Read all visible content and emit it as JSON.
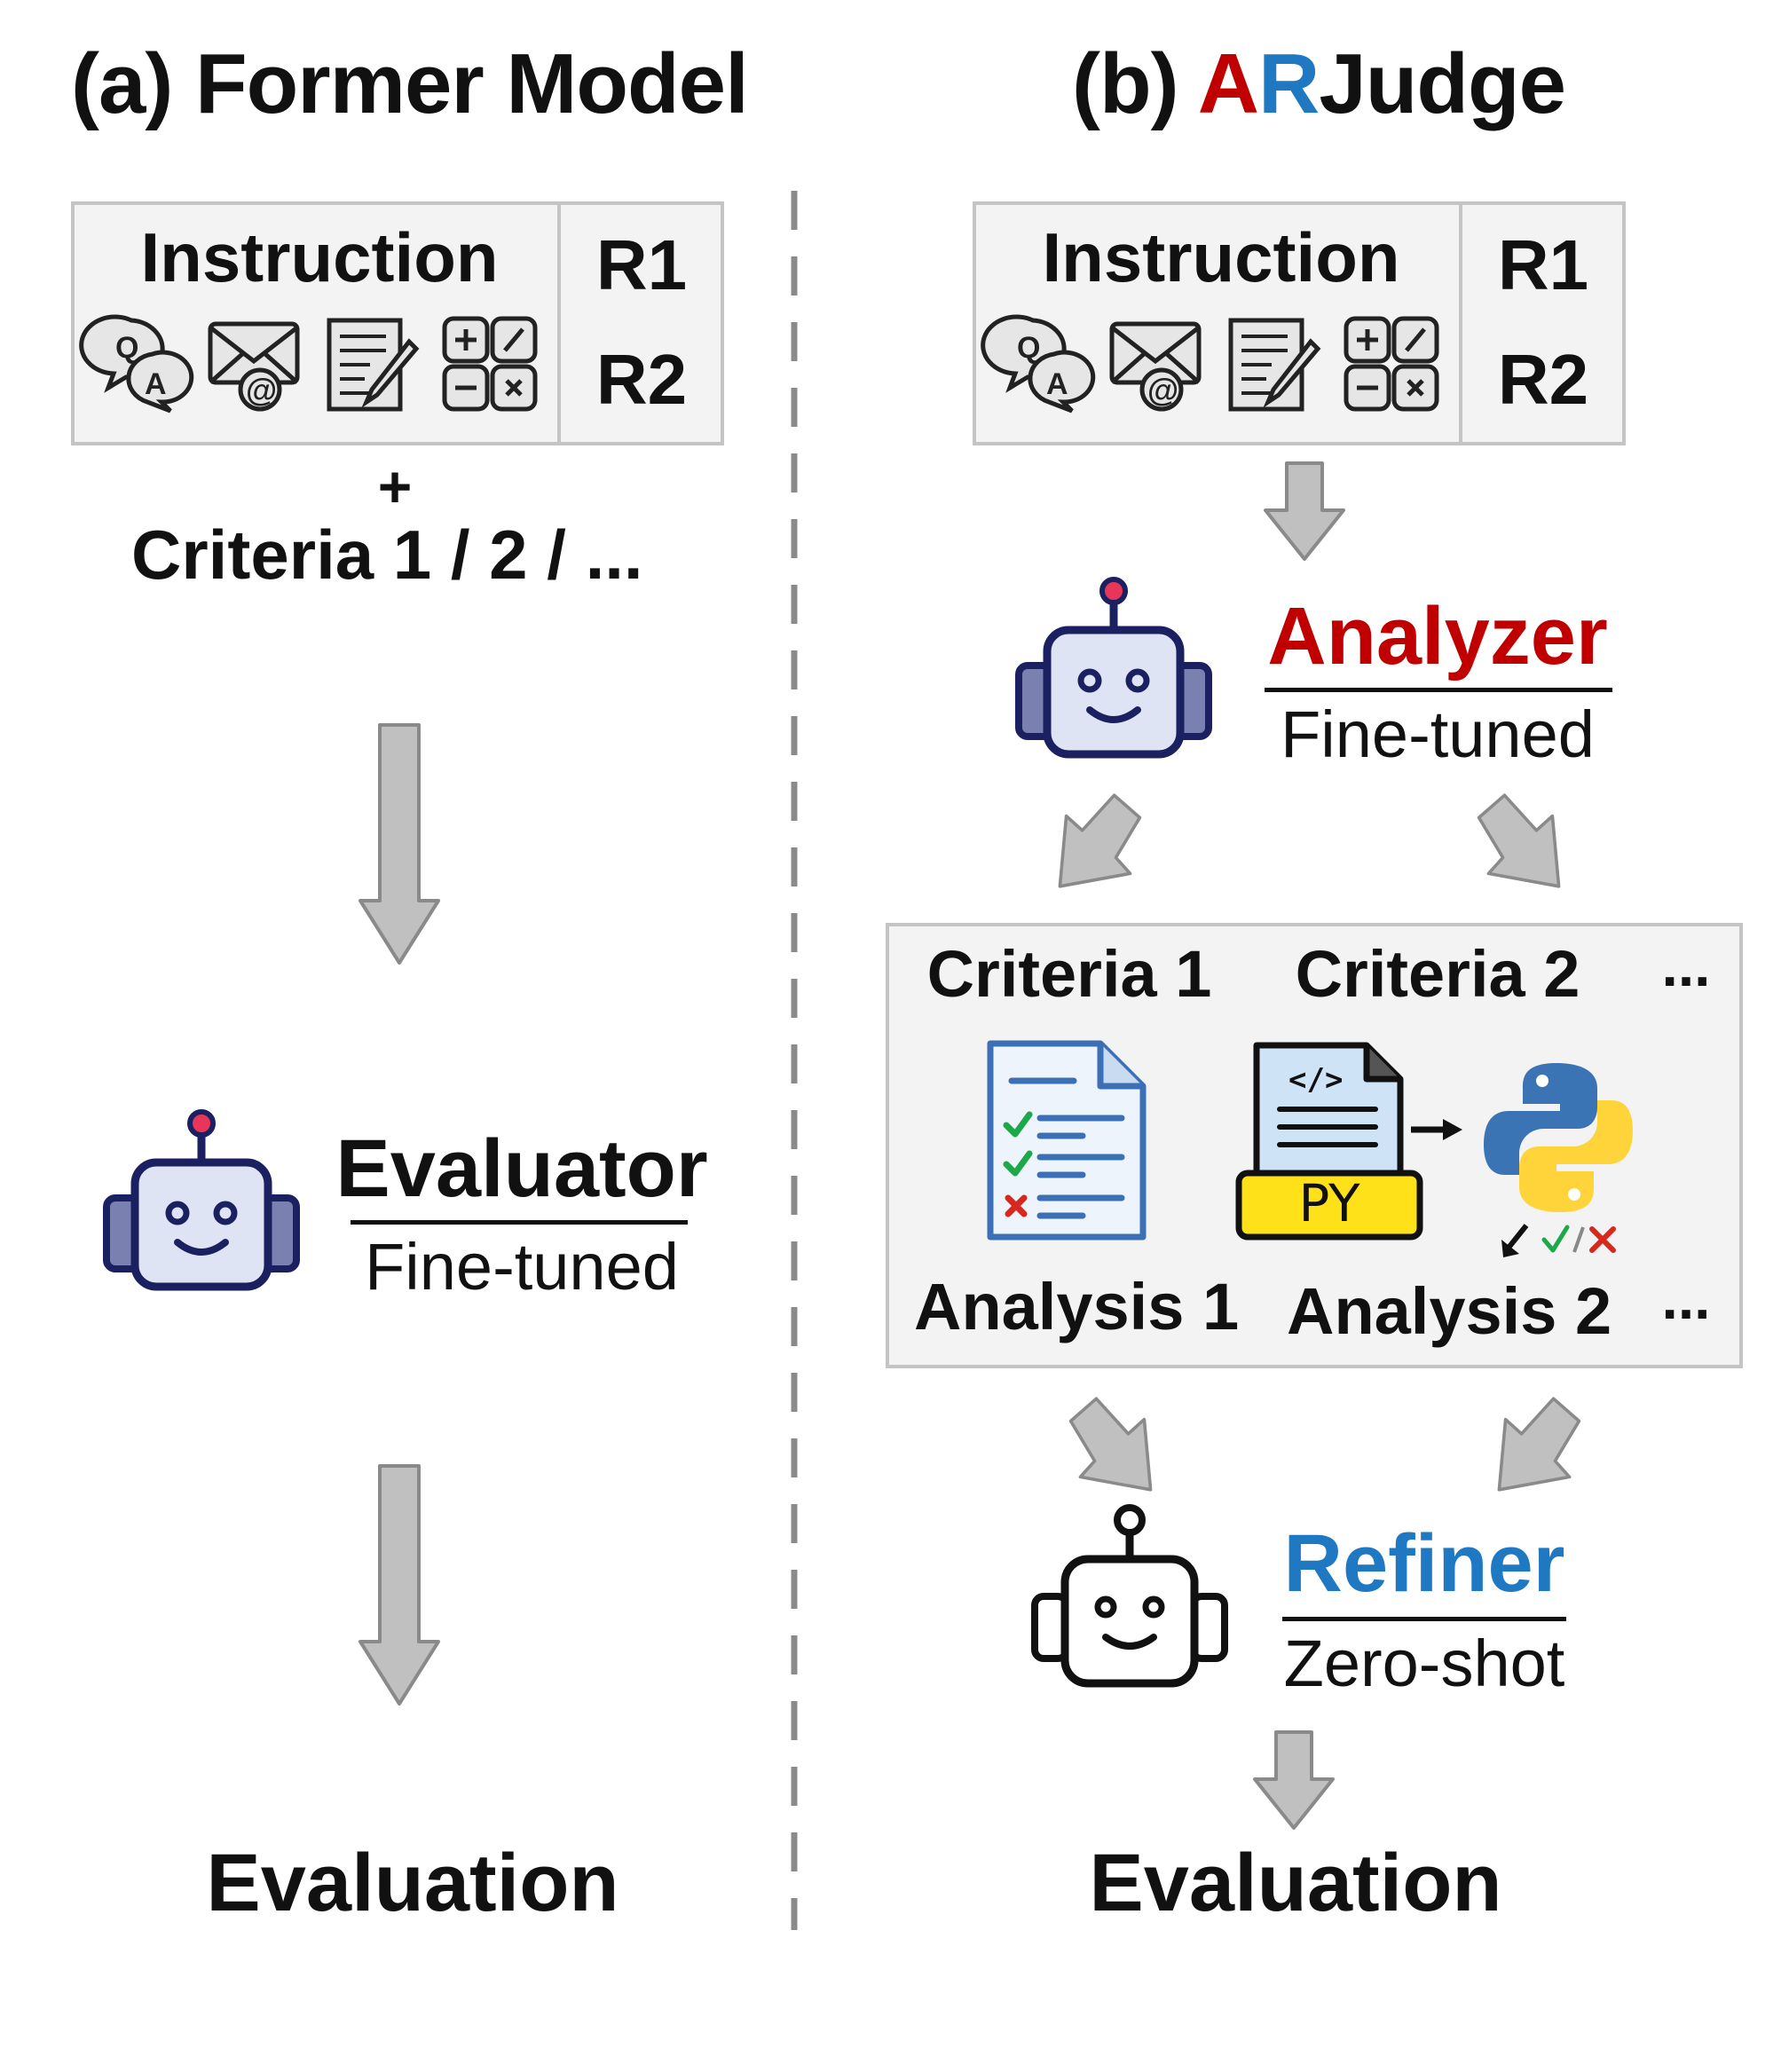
{
  "left": {
    "title": "(a) Former Model",
    "instruction": "Instruction",
    "r1": "R1",
    "r2": "R2",
    "plus": "+",
    "criteria": "Criteria 1 / 2 / ...",
    "model_name": "Evaluator",
    "model_mode": "Fine-tuned",
    "output": "Evaluation"
  },
  "right": {
    "title_prefix": "(b) ",
    "title_a": "A",
    "title_r": "R",
    "title_rest": "Judge",
    "instruction": "Instruction",
    "r1": "R1",
    "r2": "R2",
    "analyzer_name": "Analyzer",
    "analyzer_mode": "Fine-tuned",
    "criteria1": "Criteria 1",
    "criteria2": "Criteria 2",
    "ellipsis_top": "...",
    "py_label": "PY",
    "analysis1": "Analysis 1",
    "analysis2": "Analysis 2",
    "ellipsis_bottom": "...",
    "refiner_name": "Refiner",
    "refiner_mode": "Zero-shot",
    "output": "Evaluation"
  },
  "colors": {
    "red_accent": "#c00000",
    "blue_accent": "#1e78c2",
    "arrow_gray": "#c0c0c0",
    "robot_navy": "#1b2160",
    "robot_face": "#dfe4f5",
    "check_green": "#1da84a",
    "cross_red": "#d6281c",
    "py_yellow": "#ffe119"
  },
  "icons": [
    "qa-icon",
    "email-icon",
    "writing-icon",
    "calculator-icon",
    "robot-icon",
    "checklist-document-icon",
    "python-file-icon",
    "python-logo-icon"
  ]
}
